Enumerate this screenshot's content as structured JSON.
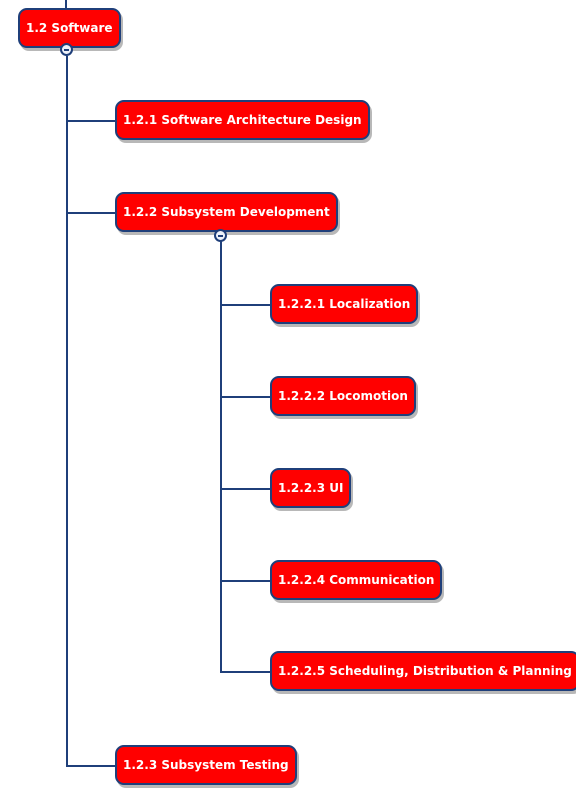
{
  "colors": {
    "node_fill": "#ff0000",
    "node_text": "#ffffff",
    "connector": "#1f3f7a"
  },
  "tree": {
    "root": {
      "label": "1.2 Software",
      "expanded": true
    },
    "children": [
      {
        "label": "1.2.1 Software Architecture Design"
      },
      {
        "label": "1.2.2 Subsystem Development",
        "expanded": true,
        "children": [
          {
            "label": "1.2.2.1 Localization"
          },
          {
            "label": "1.2.2.2 Locomotion"
          },
          {
            "label": "1.2.2.3 UI"
          },
          {
            "label": "1.2.2.4 Communication"
          },
          {
            "label": "1.2.2.5 Scheduling, Distribution & Planning"
          }
        ]
      },
      {
        "label": "1.2.3 Subsystem Testing"
      }
    ]
  }
}
